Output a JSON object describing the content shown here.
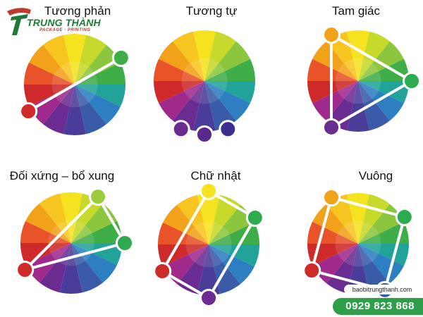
{
  "logo": {
    "brand": "TRUNG THÀNH",
    "tagline": "PACKAGE · PRINTING",
    "colors": {
      "green": "#1f7a3a",
      "red": "#c0392b"
    }
  },
  "schemes": [
    {
      "id": "complementary",
      "label": "Tương phản",
      "picks": [
        {
          "color": "#3fae49",
          "angle": 60
        },
        {
          "color": "#cf2a2a",
          "angle": 240
        }
      ]
    },
    {
      "id": "analogous",
      "label": "Tương tự",
      "picks": [
        {
          "color": "#6b2c91",
          "angle": 206
        },
        {
          "color": "#5a2a8a",
          "angle": 180
        },
        {
          "color": "#3a2f8c",
          "angle": 154
        }
      ]
    },
    {
      "id": "triadic",
      "label": "Tam giác",
      "picks": [
        {
          "color": "#f2a21a",
          "angle": 330
        },
        {
          "color": "#2eaa4f",
          "angle": 90
        },
        {
          "color": "#6b2c91",
          "angle": 210
        }
      ]
    },
    {
      "id": "split",
      "label": "Đối xứng – bổ xung",
      "picks": [
        {
          "color": "#9ccc3b",
          "angle": 30
        },
        {
          "color": "#2eaa4f",
          "angle": 90
        },
        {
          "color": "#cf2a2a",
          "angle": 240
        }
      ]
    },
    {
      "id": "rectangle",
      "label": "Chữ nhật",
      "picks": [
        {
          "color": "#f6e31f",
          "angle": 0
        },
        {
          "color": "#2eaa4f",
          "angle": 60
        },
        {
          "color": "#6b2c91",
          "angle": 180
        },
        {
          "color": "#cf2a2a",
          "angle": 240
        }
      ]
    },
    {
      "id": "square",
      "label": "Vuông",
      "picks": [
        {
          "color": "#f2a21a",
          "angle": 330
        },
        {
          "color": "#2eaa4f",
          "angle": 60
        },
        {
          "color": "#3a5ba8",
          "angle": 150
        },
        {
          "color": "#cf2a2a",
          "angle": 240
        }
      ]
    }
  ],
  "wheel_colors": [
    "#f6e31f",
    "#c7d92a",
    "#8cc63f",
    "#3fae49",
    "#22a39a",
    "#2d7fc1",
    "#3a5ba8",
    "#4a3c99",
    "#6b2c91",
    "#a0298c",
    "#cf2a2a",
    "#e8532a",
    "#f2a21a",
    "#f7c51f"
  ],
  "contact": {
    "website": "baobitrungthanh.com",
    "phone": "0929 823 868",
    "accent": "#2e9e48"
  }
}
